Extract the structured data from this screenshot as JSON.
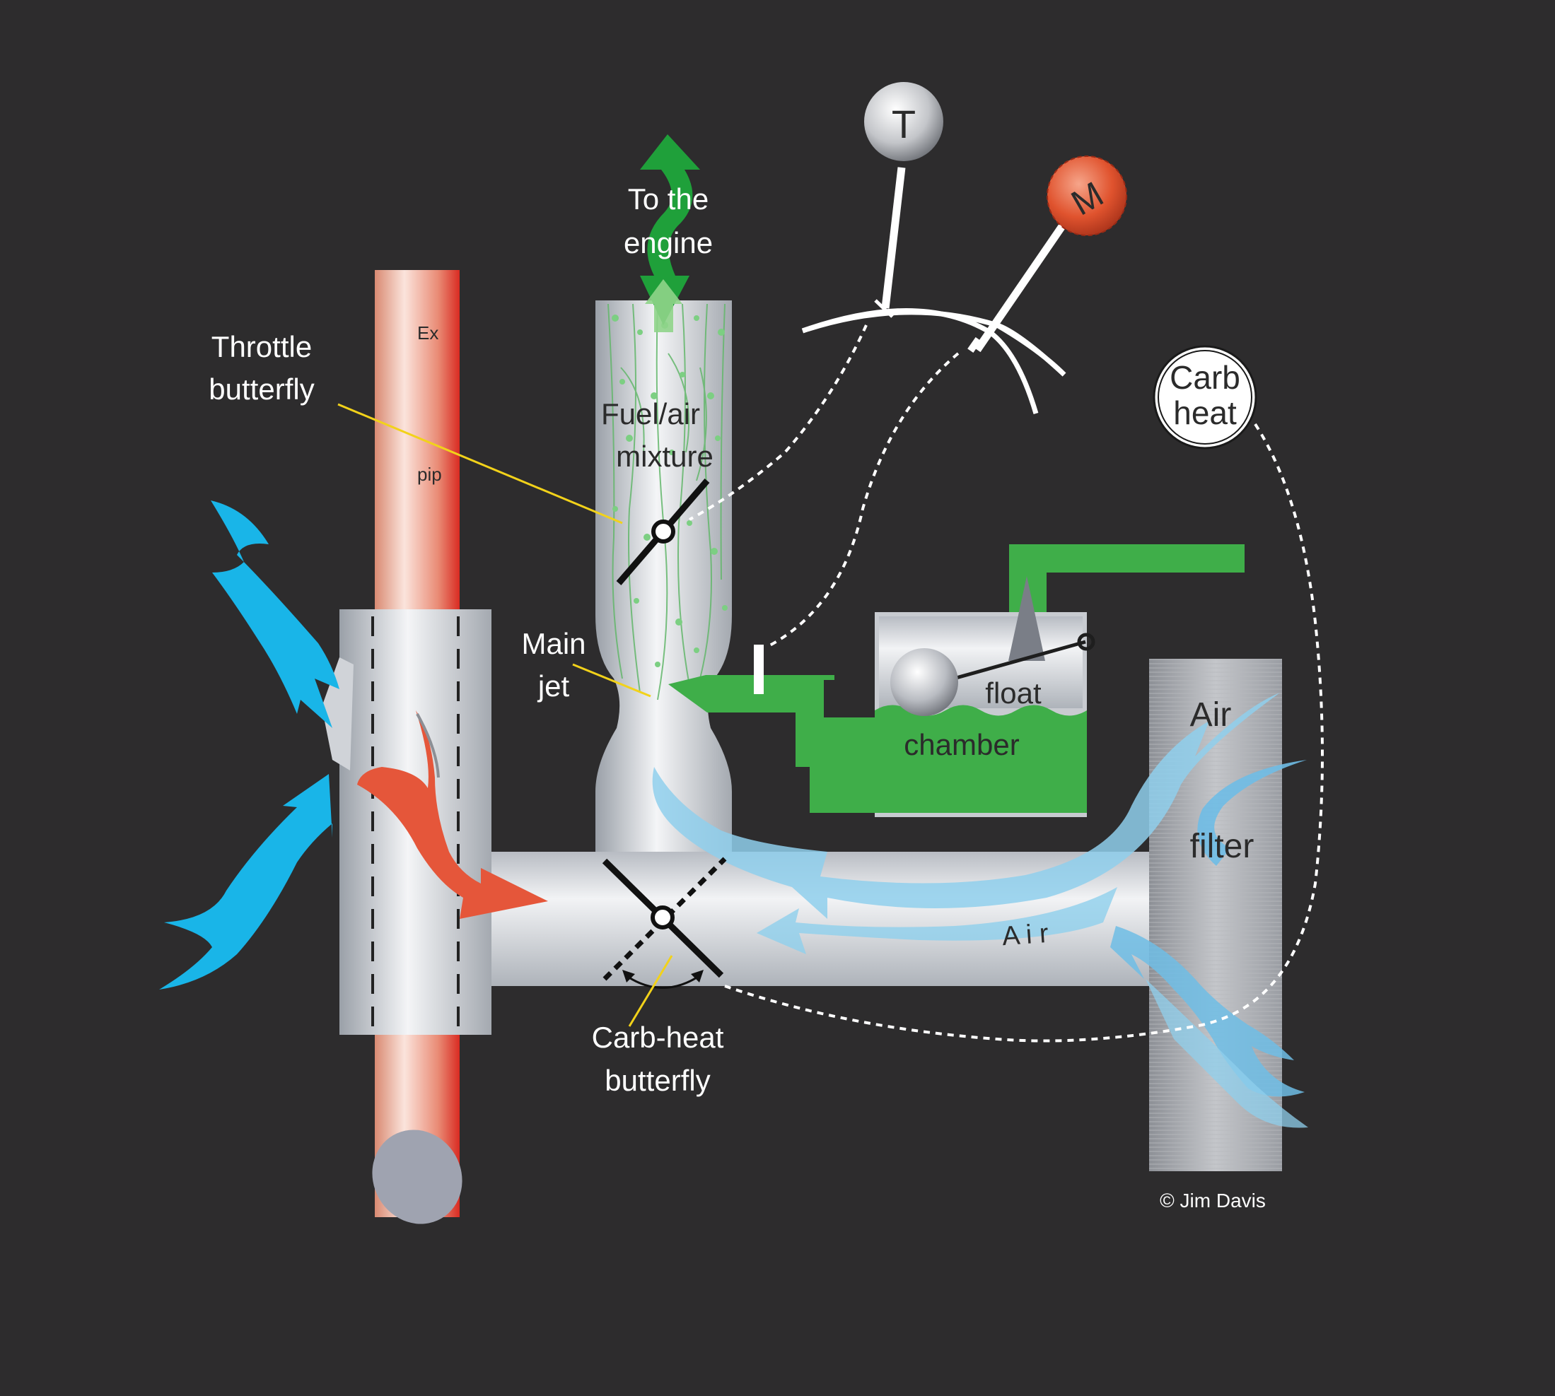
{
  "labels": {
    "to_engine_1": "To the",
    "to_engine_2": "engine",
    "throttle_butterfly_1": "Throttle",
    "throttle_butterfly_2": "butterfly",
    "fuel_air_1": "Fuel/air",
    "fuel_air_2": "mixture",
    "main_jet_1": "Main",
    "main_jet_2": "jet",
    "carb_heat_butterfly_1": "Carb-heat",
    "carb_heat_butterfly_2": "butterfly",
    "float": "float",
    "chamber": "chamber",
    "air_filter_1": "Air",
    "air_filter_2": "filter",
    "air_duct": "A i r",
    "exhaust_1": "Ex",
    "exhaust_2": "pip",
    "carb_heat_knob_1": "Carb",
    "carb_heat_knob_2": "heat",
    "throttle_knob": "T",
    "mixture_knob": "M",
    "copyright": "© Jim Davis"
  },
  "colors": {
    "background": "#2d2c2d",
    "fuel_green": "#3fae49",
    "cold_air_blue": "#19b5e8",
    "hot_air_red": "#e5563a",
    "exhaust_red": "#d93a2b",
    "pipe_silver": "#c9ccd2",
    "mixture_knob": "#e0532e",
    "leader_yellow": "#f2d21a"
  }
}
